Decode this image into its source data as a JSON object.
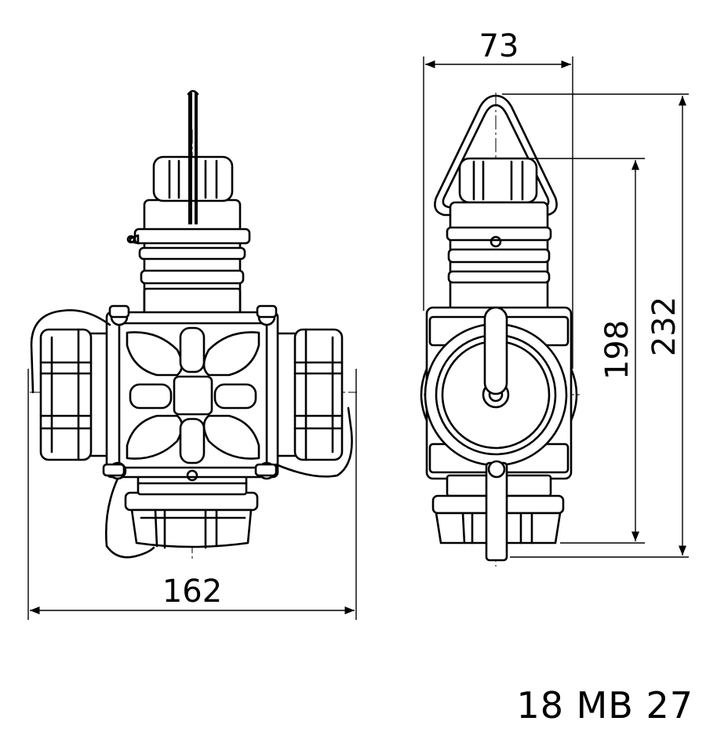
{
  "dimensions": {
    "front_width": "162",
    "side_width": "73",
    "inner_height": "198",
    "overall_height": "232"
  },
  "model_code": "18 MB 27"
}
